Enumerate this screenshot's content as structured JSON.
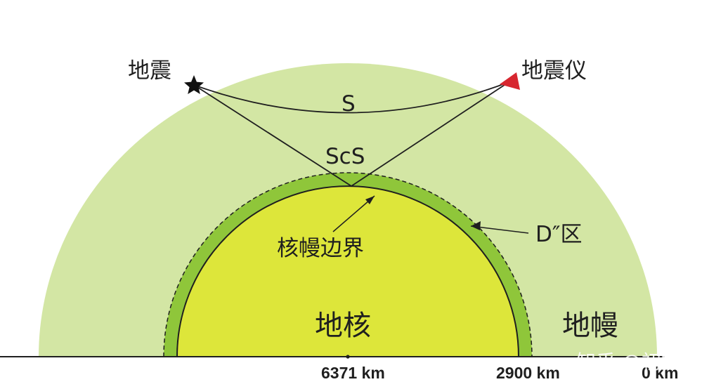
{
  "labels": {
    "earthquake": "地震",
    "seismometer": "地震仪",
    "s_wave": "S",
    "scs_wave": "ScS",
    "cmb": "核幔边界",
    "d_double_prime": "D″区",
    "core": "地核",
    "mantle": "地幔"
  },
  "scale": {
    "center": "6371 km",
    "cmb_depth": "2900 km",
    "surface": "0 km"
  },
  "watermark": "知乎 @初振",
  "colors": {
    "mantle": "#d3e6a4",
    "d_layer": "#8fc63a",
    "core": "#dde63a",
    "line": "#1f1f1f",
    "seismometer": "#d7262f",
    "star": "#111111"
  }
}
